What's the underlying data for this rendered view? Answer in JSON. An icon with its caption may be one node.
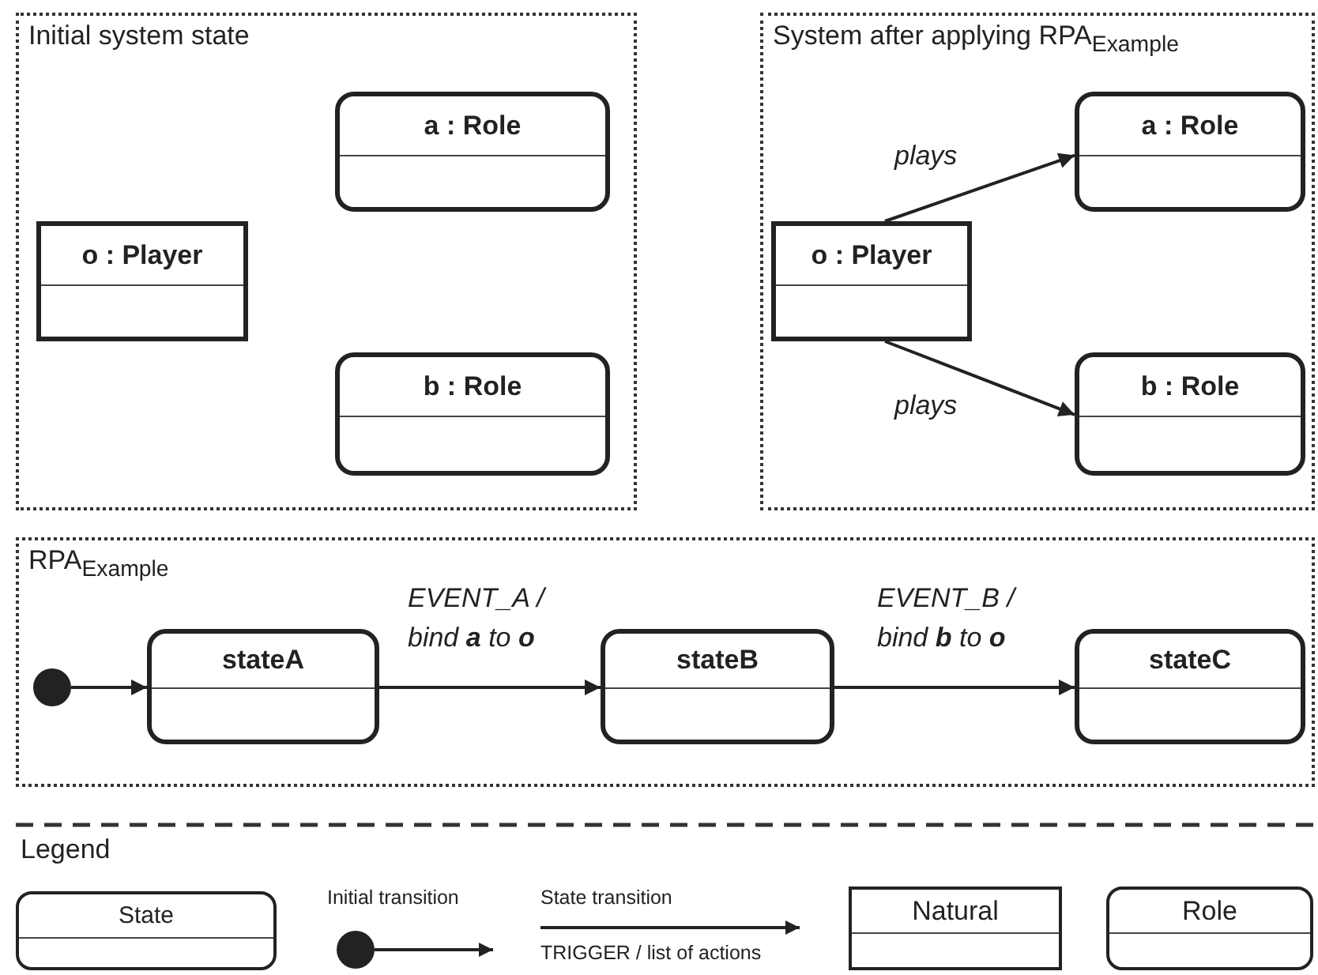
{
  "diagram": {
    "nodes": [
      {
        "text": [
          "Initial system state"
        ]
      },
      {
        "text": [
          "a : Role"
        ],
        "in": 0
      },
      {
        "text": [
          "o : Player"
        ],
        "in": 0
      },
      {
        "text": [
          "b : Role"
        ],
        "in": 0
      },
      {
        "text": [
          "System after applying RPA$_{Example}$"
        ]
      },
      {
        "text": [
          "a : Role"
        ],
        "in": 4
      },
      {
        "text": [
          "o : Player"
        ],
        "in": 4
      },
      {
        "text": [
          "b : Role"
        ],
        "in": 4
      },
      {
        "text": [
          "RPA$_{Example}$"
        ]
      },
      {
        "text": [],
        "shape": "circle",
        "in": 8
      },
      {
        "text": [
          "stateA"
        ],
        "in": 8
      },
      {
        "text": [
          "stateB"
        ],
        "in": 8
      },
      {
        "text": [
          "stateC"
        ],
        "in": 8
      }
    ],
    "edges": [
      {
        "from": 6,
        "to": 5,
        "arrow": "to",
        "label": "plays"
      },
      {
        "from": 6,
        "to": 7,
        "arrow": "to",
        "label": "plays"
      },
      {
        "from": 9,
        "to": 10,
        "arrow": "to"
      },
      {
        "from": 10,
        "to": 11,
        "arrow": "to",
        "label": "EVENT_A / bind **a** to **o**"
      },
      {
        "from": 11,
        "to": 12,
        "arrow": "to",
        "label": "EVENT_B / bind **b** to **o**"
      }
    ],
    "labels": [
      "Legend",
      "TRIGGER / list of actions"
    ],
    "legend": [
      {
        "text": "State"
      },
      {
        "text": "Initial transition"
      },
      {
        "text": "State transition"
      },
      {
        "text": "Natural"
      },
      {
        "text": "Role"
      }
    ]
  }
}
